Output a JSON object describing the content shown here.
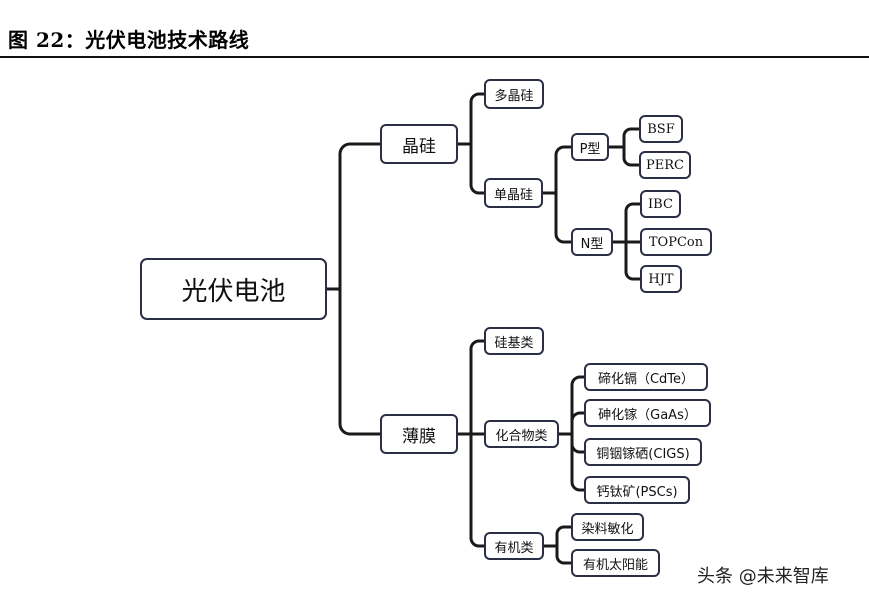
{
  "header": {
    "title": "图 22：光伏电池技术路线"
  },
  "diagram": {
    "root": "光伏电池",
    "crystalline": {
      "label": "晶硅",
      "poly": "多晶硅",
      "mono": "单晶硅",
      "p_type": {
        "label": "P型",
        "items": [
          "BSF",
          "PERC"
        ]
      },
      "n_type": {
        "label": "N型",
        "items": [
          "IBC",
          "TOPCon",
          "HJT"
        ]
      }
    },
    "thin_film": {
      "label": "薄膜",
      "silicon_based": "硅基类",
      "compound": {
        "label": "化合物类",
        "items": [
          "碲化镉（CdTe）",
          "砷化镓（GaAs）",
          "铜铟镓硒(CIGS)",
          "钙钛矿(PSCs)"
        ]
      },
      "organic": {
        "label": "有机类",
        "items": [
          "染料敏化",
          "有机太阳能"
        ]
      }
    }
  },
  "watermark": "头条 @未来智库"
}
